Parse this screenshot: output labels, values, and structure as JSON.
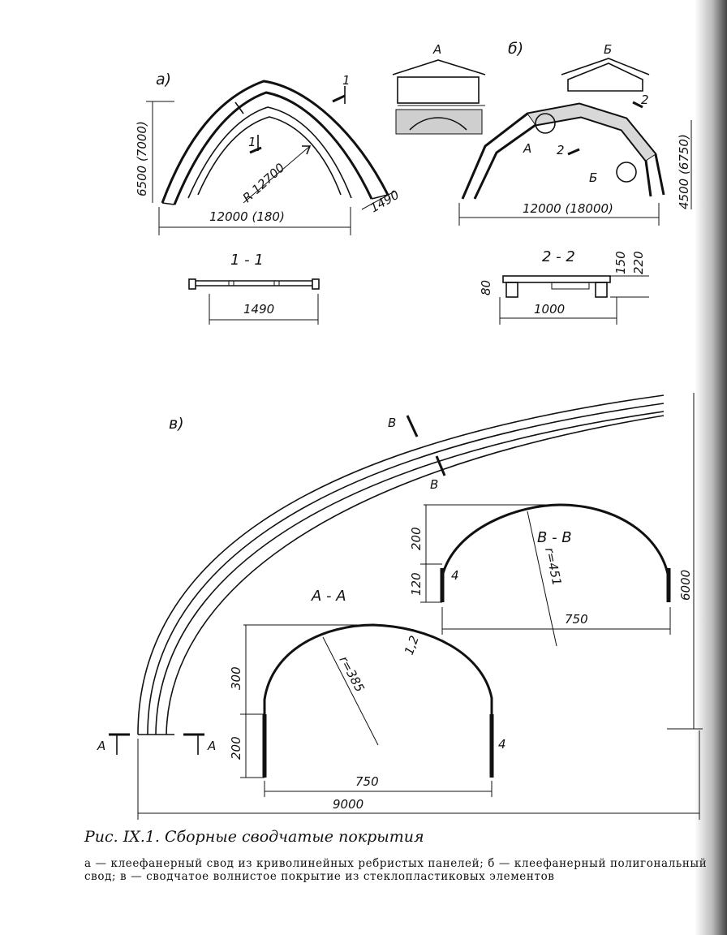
{
  "figure": {
    "part_a": {
      "label": "а)",
      "height": "6500 (7000)",
      "span": "12000 (180)",
      "radius": "R 12700",
      "width": "1490",
      "section_mark": "1",
      "section_title": "1 - 1",
      "section_width": "1490"
    },
    "part_b": {
      "label": "б)",
      "detail_a": "А",
      "detail_b": "Б",
      "height": "4500 (6750)",
      "span": "12000 (18000)",
      "section_mark": "2",
      "section_title": "2 - 2",
      "section_width": "1000",
      "dim_150": "150",
      "dim_220": "220",
      "dim_80": "80"
    },
    "part_v": {
      "label": "в)",
      "span": "9000",
      "height": "6000",
      "section_b_mark": "В",
      "section_a_mark": "А",
      "section_b_title": "В - В",
      "section_a_title": "А - А",
      "bb_radius": "r=451",
      "bb_200": "200",
      "bb_120": "120",
      "bb_4": "4",
      "bb_750": "750",
      "aa_radius": "r=385",
      "aa_thickness": "1,2",
      "aa_300": "300",
      "aa_200": "200",
      "aa_4": "4",
      "aa_750": "750"
    }
  },
  "caption": {
    "title": "Рис. IX.1. Сборные сводчатые покрытия",
    "text": "а — клеефанерный свод из криволинейных ребристых панелей; б — клеефанерный полигональный свод; в — сводчатое волнистое покрытие из стеклопластиковых элементов"
  }
}
